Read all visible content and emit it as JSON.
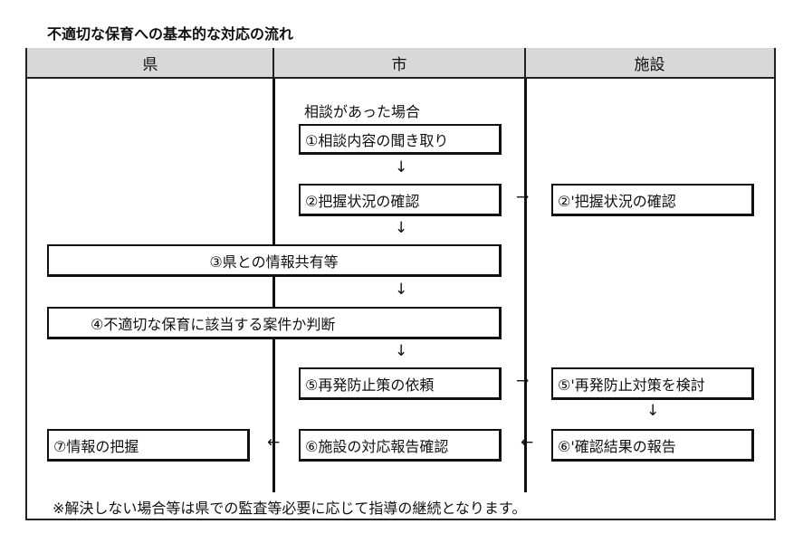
{
  "title": "不適切な保育への基本的な対応の流れ",
  "columns": {
    "prefecture": "県",
    "city": "市",
    "facility": "施設"
  },
  "consult_label": "相談があった場合",
  "steps": {
    "s1": "①相談内容の聞き取り",
    "s2": "②把握状況の確認",
    "s2f": "②'把握状況の確認",
    "s3": "③県との情報共有等",
    "s4": "④不適切な保育に該当する案件か判断",
    "s5": "⑤再発防止策の依頼",
    "s5f": "⑤'再発防止対策を検討",
    "s6f": "⑥'確認結果の報告",
    "s6": "⑥施設の対応報告確認",
    "s7": "⑦情報の把握"
  },
  "arrows": {
    "down": "↓",
    "right": "→",
    "left": "←"
  },
  "note": "※解決しない場合等は県での監査等必要に応じて指導の継続となります。"
}
